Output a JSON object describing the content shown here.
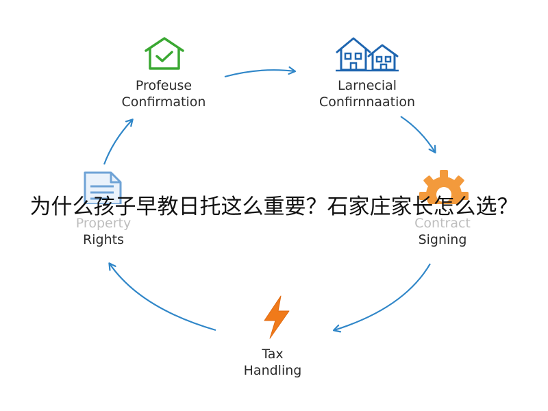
{
  "nodes": [
    {
      "line1": "Profeuse",
      "line2": "Confirmation",
      "icon": "house-check-icon"
    },
    {
      "line1": "Larnecial",
      "line2": "Confirnnaation",
      "icon": "houses-icon"
    },
    {
      "line1": "Contract",
      "line2": "Signing",
      "icon": "gear-icon"
    },
    {
      "line1": "Tax",
      "line2": "Handling",
      "icon": "lightning-icon"
    },
    {
      "line1": "Property",
      "line2": "Rights",
      "icon": "document-icon"
    }
  ],
  "overlay_title": "为什么孩子早教日托这么重要？石家庄家长怎么选？",
  "colors": {
    "arrow": "#2f86c8",
    "house_check": "#3aa832",
    "houses": "#1f66b0",
    "gear": "#f39a3c",
    "lightning": "#f07a1a",
    "document": "#6fa3d6",
    "text": "#2b2b2b"
  }
}
